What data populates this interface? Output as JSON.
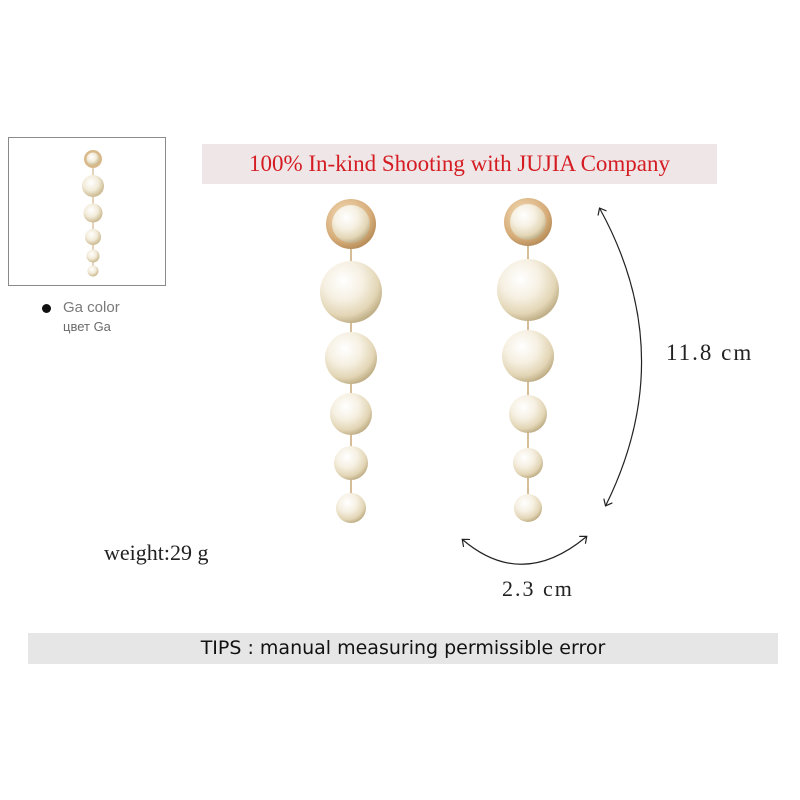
{
  "thumbnail": {
    "icon": "pearl-earring-thumbnail"
  },
  "color_option": {
    "label": "Ga color",
    "sublabel": "цвет Ga",
    "dot_color": "#111111"
  },
  "banner": {
    "text": "100% In-kind Shooting with JUJIA Company",
    "text_color": "#d41c22",
    "bg_color": "#efe6e7"
  },
  "dimensions": {
    "length": "11.8 cm",
    "width": "2.3 cm"
  },
  "weight": "weight:29 g",
  "tips": {
    "text": "TIPS : manual measuring permissible error"
  }
}
